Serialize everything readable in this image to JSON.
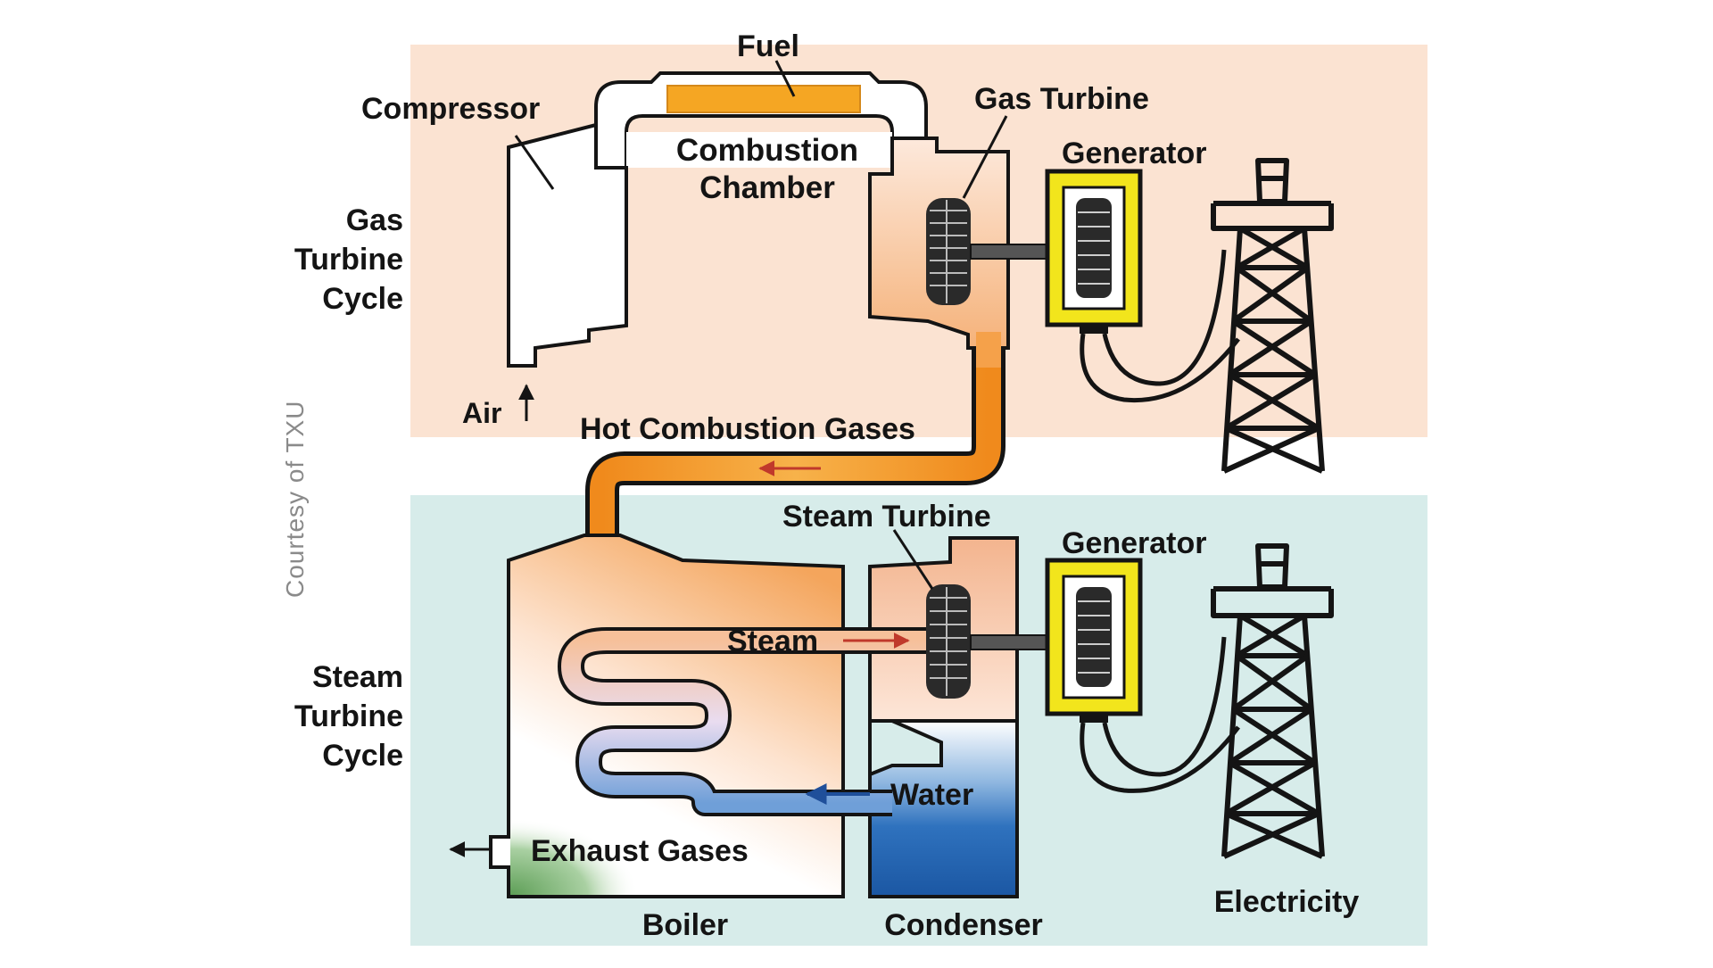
{
  "labels": {
    "fuel": "Fuel",
    "compressor": "Compressor",
    "combustion_line1": "Combustion",
    "combustion_line2": "Chamber",
    "gas_turbine": "Gas Turbine",
    "generator_top": "Generator",
    "gas_cycle_line1": "Gas",
    "gas_cycle_line2": "Turbine",
    "gas_cycle_line3": "Cycle",
    "air": "Air",
    "hot_gases": "Hot Combustion Gases",
    "steam_turbine": "Steam Turbine",
    "generator_bottom": "Generator",
    "steam": "Steam",
    "steam_cycle_line1": "Steam",
    "steam_cycle_line2": "Turbine",
    "steam_cycle_line3": "Cycle",
    "water": "Water",
    "exhaust": "Exhaust Gases",
    "boiler": "Boiler",
    "condenser": "Condenser",
    "electricity": "Electricity",
    "credit": "Courtesy of TXU"
  },
  "colors": {
    "gas_cycle_bg": "#fbe3d2",
    "steam_cycle_bg": "#d7ecea",
    "hot_gas": "#f39a28",
    "fuel": "#f5a623",
    "generator": "#f2e51c",
    "water": "#1f5fae",
    "exhaust_green": "#7fb574"
  }
}
